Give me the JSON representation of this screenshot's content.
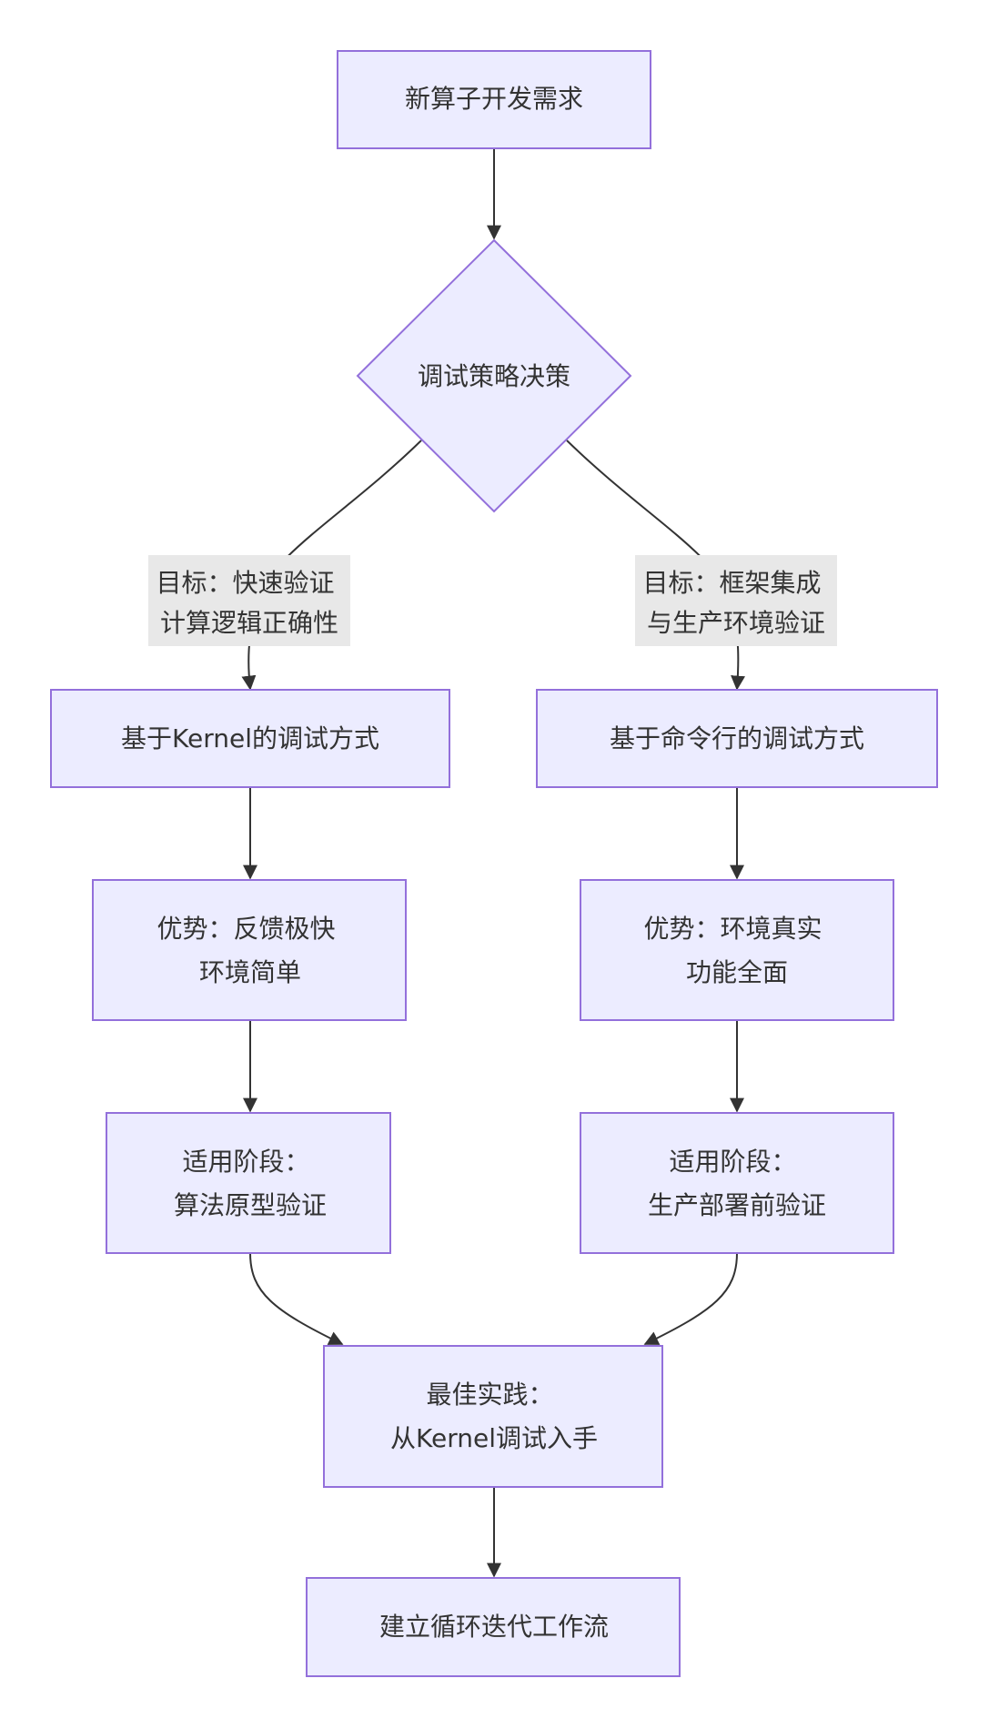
{
  "colors": {
    "node_fill": "#ECECFF",
    "node_stroke": "#9370DB",
    "edge": "#333333",
    "label_bg": "#E8E8E8",
    "text": "#333333"
  },
  "nodes": {
    "start": {
      "lines": [
        "新算子开发需求"
      ]
    },
    "decision": {
      "lines": [
        "调试策略决策"
      ]
    },
    "kernel_method": {
      "lines": [
        "基于Kernel的调试方式"
      ]
    },
    "cli_method": {
      "lines": [
        "基于命令行的调试方式"
      ]
    },
    "kernel_adv": {
      "lines": [
        "优势：反馈极快",
        "环境简单"
      ]
    },
    "cli_adv": {
      "lines": [
        "优势：环境真实",
        "功能全面"
      ]
    },
    "kernel_stage": {
      "lines": [
        "适用阶段：",
        "算法原型验证"
      ]
    },
    "cli_stage": {
      "lines": [
        "适用阶段：",
        "生产部署前验证"
      ]
    },
    "best": {
      "lines": [
        "最佳实践：",
        "从Kernel调试入手"
      ]
    },
    "end": {
      "lines": [
        "建立循环迭代工作流"
      ]
    }
  },
  "edge_labels": {
    "left": {
      "lines": [
        "目标：快速验证",
        "计算逻辑正确性"
      ]
    },
    "right": {
      "lines": [
        "目标：框架集成",
        "与生产环境验证"
      ]
    }
  }
}
